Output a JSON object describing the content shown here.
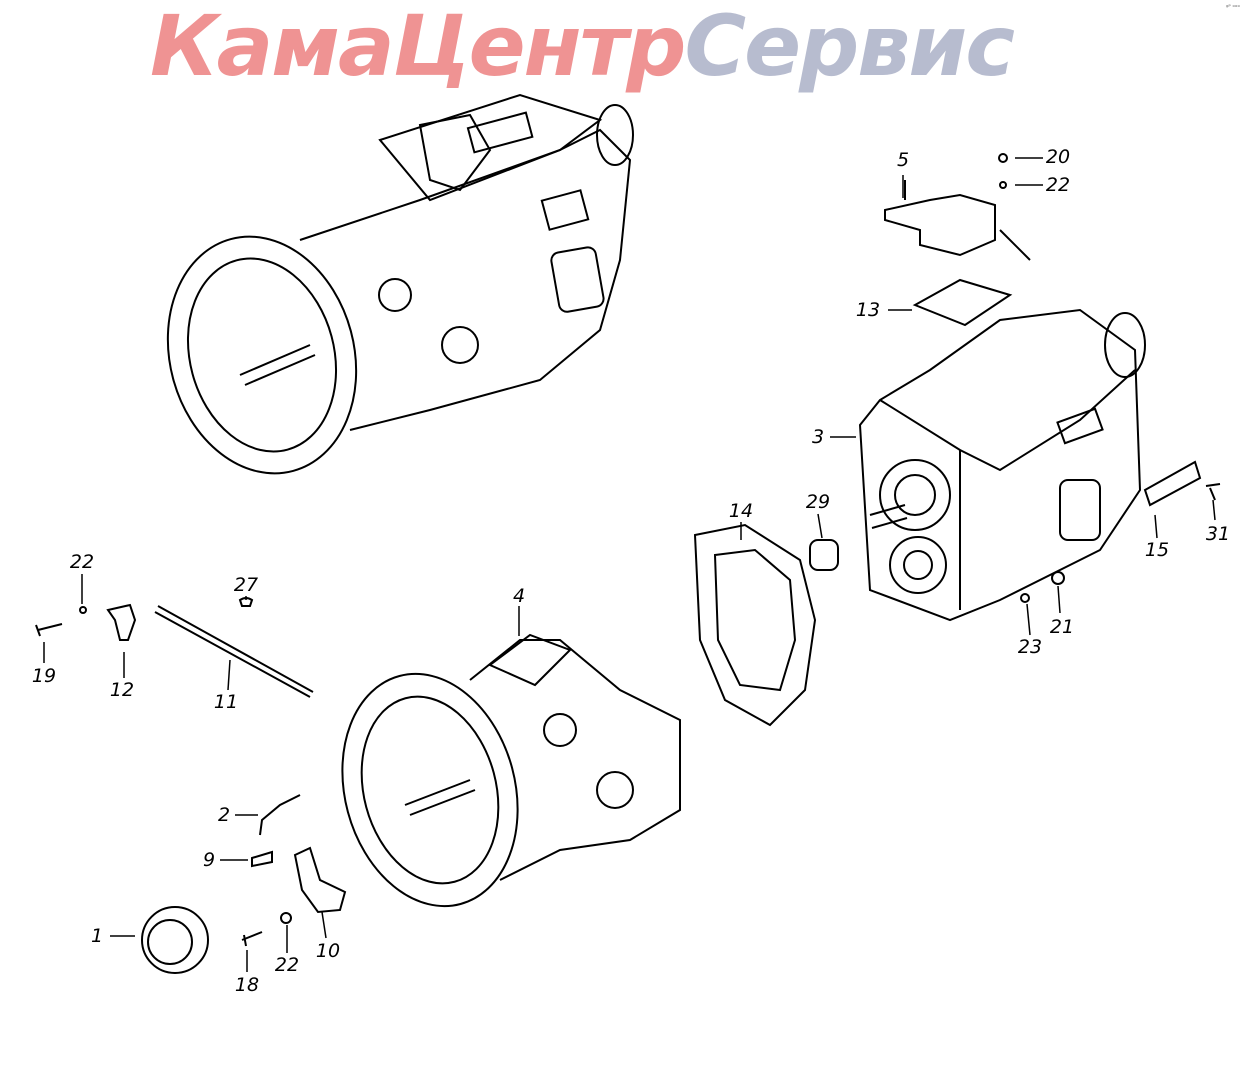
{
  "corner_text": "ᵍᴾ ᵒᵒᵒ",
  "watermark": {
    "part1": "Кама",
    "part2": "Центр",
    "part3": "Сервис",
    "color_red": "#e23b3b",
    "color_gray": "#7d86a8"
  },
  "callouts": [
    {
      "id": "c5",
      "text": "5"
    },
    {
      "id": "c20",
      "text": "20"
    },
    {
      "id": "c22a",
      "text": "22"
    },
    {
      "id": "c13",
      "text": "13"
    },
    {
      "id": "c3",
      "text": "3"
    },
    {
      "id": "c14",
      "text": "14"
    },
    {
      "id": "c29",
      "text": "29"
    },
    {
      "id": "c15",
      "text": "15"
    },
    {
      "id": "c31",
      "text": "31"
    },
    {
      "id": "c23",
      "text": "23"
    },
    {
      "id": "c21",
      "text": "21"
    },
    {
      "id": "c4",
      "text": "4"
    },
    {
      "id": "c22b",
      "text": "22"
    },
    {
      "id": "c27",
      "text": "27"
    },
    {
      "id": "c19",
      "text": "19"
    },
    {
      "id": "c12",
      "text": "12"
    },
    {
      "id": "c11",
      "text": "11"
    },
    {
      "id": "c2",
      "text": "2"
    },
    {
      "id": "c9",
      "text": "9"
    },
    {
      "id": "c1",
      "text": "1"
    },
    {
      "id": "c18",
      "text": "18"
    },
    {
      "id": "c22c",
      "text": "22"
    },
    {
      "id": "c10",
      "text": "10"
    }
  ]
}
